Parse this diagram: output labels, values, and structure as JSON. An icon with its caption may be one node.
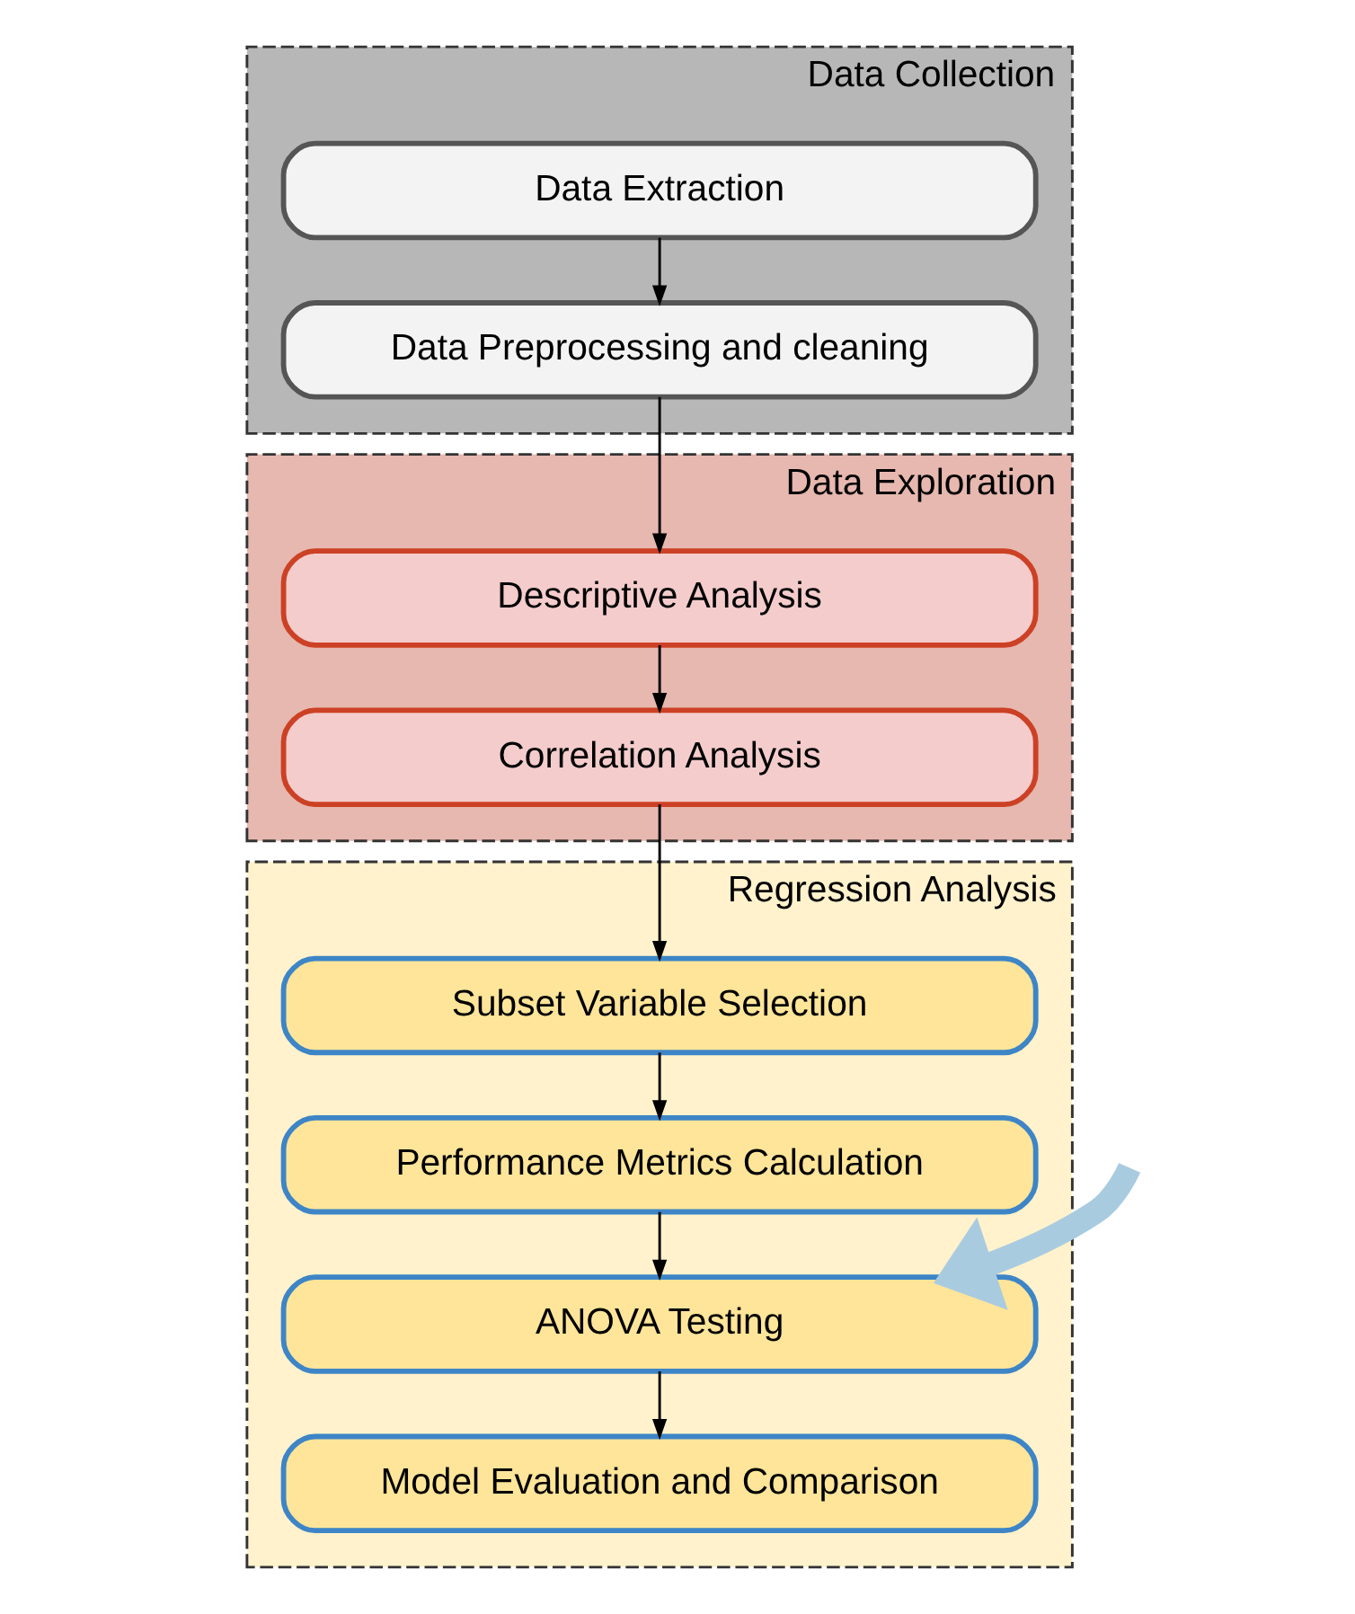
{
  "diagram": {
    "nodes": [
      {
        "text": [
          "Data Collection"
        ]
      },
      {
        "text": [
          "Data Extraction"
        ],
        "in": 0
      },
      {
        "text": [
          "Data Preprocessing and cleaning"
        ],
        "in": 0
      },
      {
        "text": [
          "Data Exploration"
        ]
      },
      {
        "text": [
          "Descriptive Analysis"
        ],
        "in": 3
      },
      {
        "text": [
          "Correlation Analysis"
        ],
        "in": 3
      },
      {
        "text": [
          "Regression Analysis"
        ]
      },
      {
        "text": [
          "Subset Variable Selection"
        ],
        "in": 6
      },
      {
        "text": [
          "Performance Metrics Calculation"
        ],
        "in": 6
      },
      {
        "text": [
          "ANOVA Testing"
        ],
        "in": 6
      },
      {
        "text": [
          "Model Evaluation and Comparison"
        ],
        "in": 6
      }
    ],
    "edges": [
      {
        "from": 1,
        "to": 2,
        "arrow": "to"
      },
      {
        "from": 2,
        "to": 4,
        "arrow": "to"
      },
      {
        "from": 4,
        "to": 5,
        "arrow": "to"
      },
      {
        "from": 5,
        "to": 7,
        "arrow": "to"
      },
      {
        "from": 7,
        "to": 8,
        "arrow": "to"
      },
      {
        "from": 8,
        "to": 9,
        "arrow": "to"
      },
      {
        "from": 9,
        "to": 10,
        "arrow": "to"
      },
      {
        "from": null,
        "to": 9,
        "arrow": "to",
        "style": "thick",
        "color": "#a9cbe0"
      }
    ]
  }
}
